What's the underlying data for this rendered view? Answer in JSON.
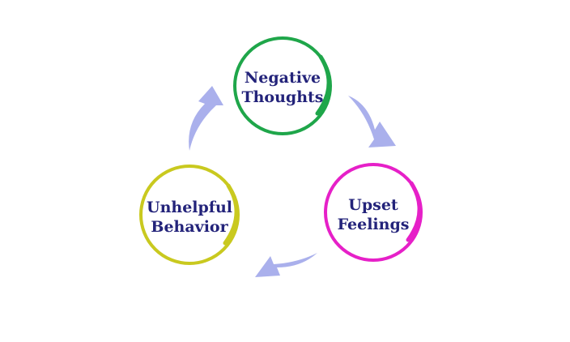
{
  "diagram": {
    "type": "cycle",
    "nodes": [
      {
        "id": "negative-thoughts",
        "line1": "Negative",
        "line2": "Thoughts",
        "color": "#1fa64a"
      },
      {
        "id": "upset-feelings",
        "line1": "Upset",
        "line2": "Feelings",
        "color": "#e620c8"
      },
      {
        "id": "unhelpful-behavior",
        "line1": "Unhelpful",
        "line2": "Behavior",
        "color": "#c9c91f"
      }
    ],
    "edges": [
      {
        "from": "negative-thoughts",
        "to": "upset-feelings"
      },
      {
        "from": "upset-feelings",
        "to": "unhelpful-behavior"
      },
      {
        "from": "unhelpful-behavior",
        "to": "negative-thoughts"
      }
    ],
    "arrow_color": "#aab0ec"
  }
}
